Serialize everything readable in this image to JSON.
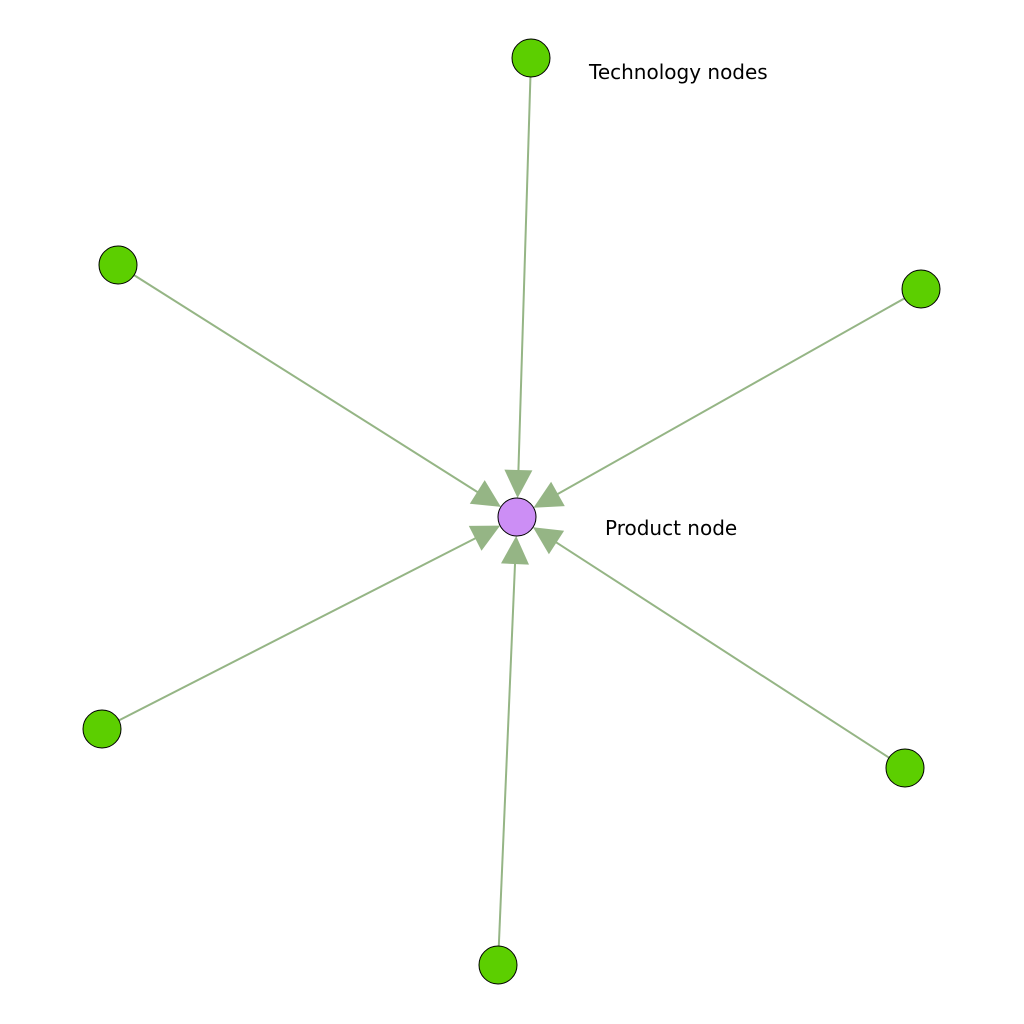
{
  "colors": {
    "background": "#ffffff",
    "technology_node": "#5ccf00",
    "product_node": "#cc8ef5",
    "edge": "#95b585",
    "outline": "#000000",
    "label": "#000000"
  },
  "labels": {
    "technology": "Technology nodes",
    "product": "Product node"
  },
  "graph": {
    "product_node": {
      "id": "product",
      "type": "product"
    },
    "technology_nodes": [
      {
        "id": "tech-top",
        "type": "technology"
      },
      {
        "id": "tech-upper-left",
        "type": "technology"
      },
      {
        "id": "tech-upper-right",
        "type": "technology"
      },
      {
        "id": "tech-lower-left",
        "type": "technology"
      },
      {
        "id": "tech-bottom",
        "type": "technology"
      },
      {
        "id": "tech-lower-right",
        "type": "technology"
      }
    ],
    "edges": [
      {
        "from": "tech-top",
        "to": "product",
        "directed": true
      },
      {
        "from": "tech-upper-left",
        "to": "product",
        "directed": true
      },
      {
        "from": "tech-upper-right",
        "to": "product",
        "directed": true
      },
      {
        "from": "tech-lower-left",
        "to": "product",
        "directed": true
      },
      {
        "from": "tech-bottom",
        "to": "product",
        "directed": true
      },
      {
        "from": "tech-lower-right",
        "to": "product",
        "directed": true
      }
    ]
  }
}
